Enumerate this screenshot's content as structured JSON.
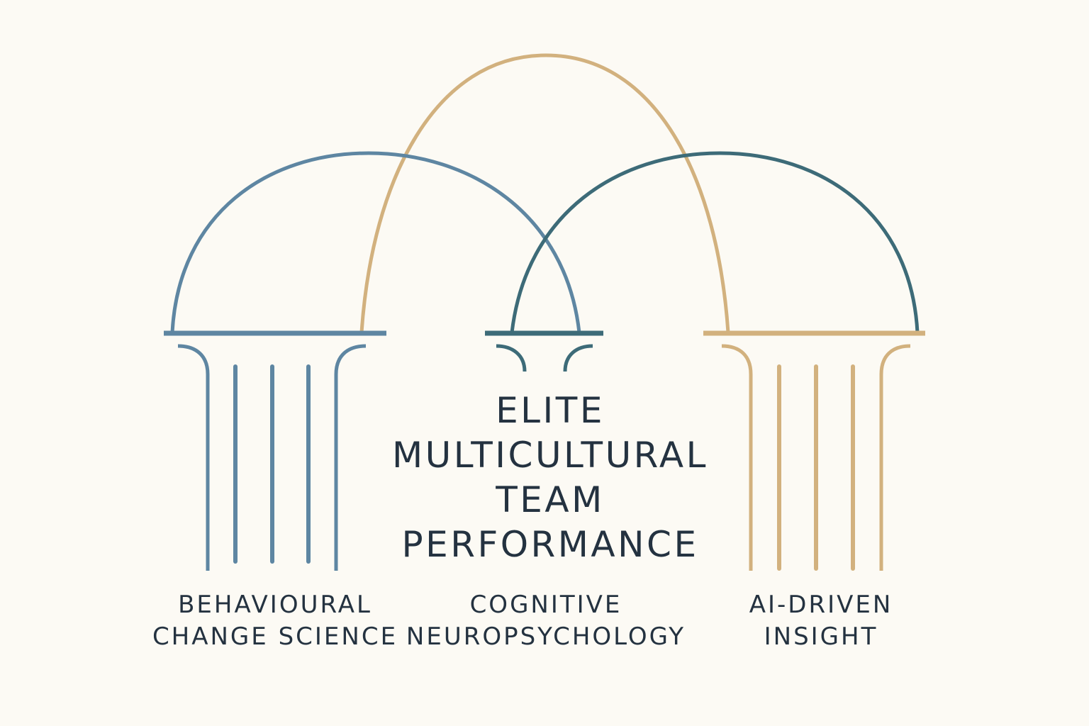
{
  "colors": {
    "background": "#fcfaf4",
    "blue": "#5e86a2",
    "teal": "#3d6b78",
    "gold": "#d2b17e",
    "text": "#243240"
  },
  "title": {
    "lines": [
      "ELITE",
      "MULTICULTURAL",
      "TEAM",
      "PERFORMANCE"
    ]
  },
  "pillars": [
    {
      "id": "left",
      "color": "blue",
      "lines": [
        "BEHAVIOURAL",
        "CHANGE SCIENCE"
      ]
    },
    {
      "id": "middle",
      "color": "teal",
      "lines": [
        "COGNITIVE",
        "NEUROPSYCHOLOGY"
      ]
    },
    {
      "id": "right",
      "color": "gold",
      "lines": [
        "AI-DRIVEN",
        "INSIGHT"
      ]
    }
  ],
  "arches": [
    {
      "id": "blue-arch",
      "color": "blue"
    },
    {
      "id": "gold-arch",
      "color": "gold"
    },
    {
      "id": "teal-arch",
      "color": "teal"
    }
  ]
}
